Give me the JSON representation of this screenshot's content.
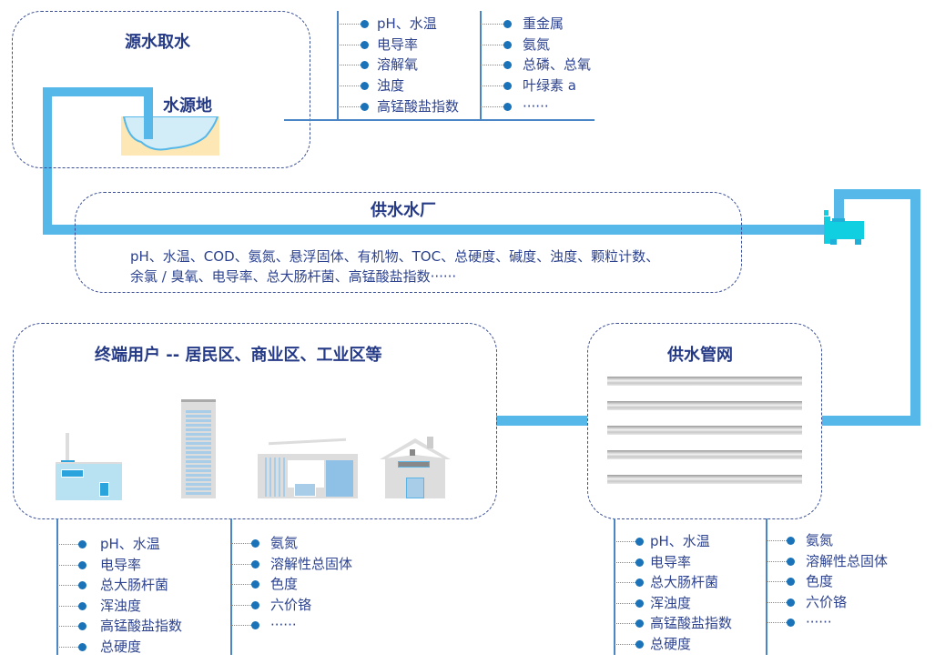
{
  "source": {
    "title": "源水取水",
    "reservoir_label": "水源地",
    "params_col1": [
      "pH、水温",
      "电导率",
      "溶解氧",
      "浊度",
      "高锰酸盐指数"
    ],
    "params_col2": [
      "重金属",
      "氨氮",
      "总磷、总氧",
      "叶绿素 a",
      "······"
    ]
  },
  "plant": {
    "title": "供水水厂",
    "params_line1": "pH、水温、COD、氨氮、悬浮固体、有机物、TOC、总硬度、碱度、浊度、颗粒计数、",
    "params_line2": "余氯 / 臭氧、电导率、总大肠杆菌、高锰酸盐指数······"
  },
  "end_user": {
    "title": "终端用户 -- 居民区、商业区、工业区等",
    "params_col1": [
      "pH、水温",
      "电导率",
      "总大肠杆菌",
      "浑浊度",
      "高锰酸盐指数",
      "总硬度"
    ],
    "params_col2": [
      "氨氮",
      "溶解性总固体",
      "色度",
      "六价铬",
      "······"
    ]
  },
  "network": {
    "title": "供水管网",
    "params_col1": [
      "pH、水温",
      "电导率",
      "总大肠杆菌",
      "浑浊度",
      "高锰酸盐指数",
      "总硬度"
    ],
    "params_col2": [
      "氨氮",
      "溶解性总固体",
      "色度",
      "六价铬",
      "······"
    ]
  },
  "colors": {
    "pipe": "#55b8e8",
    "pump": "#10cfe0",
    "title": "#253a86",
    "dot": "#1a73b8"
  }
}
